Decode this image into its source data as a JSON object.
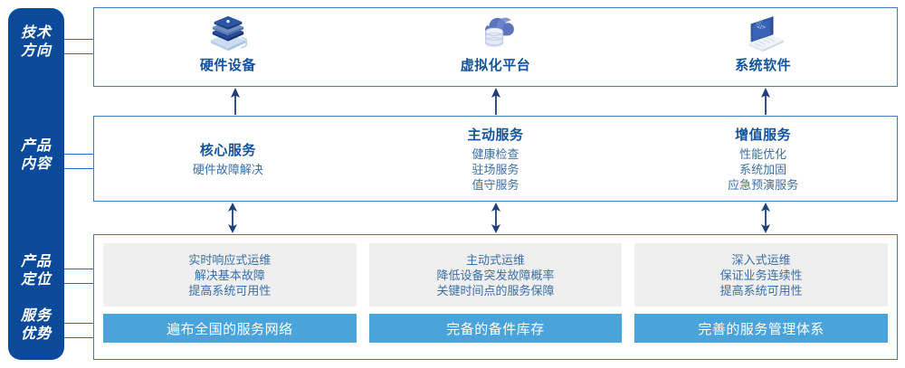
{
  "rail": {
    "labels": [
      {
        "id": "tech-direction",
        "text": "技术\n方向"
      },
      {
        "id": "product-content",
        "text": "产品\n内容"
      },
      {
        "id": "product-position",
        "text": "产品\n定位"
      },
      {
        "id": "service-advantage",
        "text": "服务\n优势"
      }
    ]
  },
  "colors": {
    "rail_bg": "#0b4a9b",
    "box_border": "#3a7cc4",
    "heading_blue": "#12539f",
    "body_blue": "#3b6ea8",
    "panel_gray": "#efefef",
    "advantage_blue": "#4ba3dc",
    "arrow_navy": "#1f3f7a"
  },
  "technology": {
    "items": [
      {
        "icon": "server-stack-icon",
        "label": "硬件设备"
      },
      {
        "icon": "cloud-database-icon",
        "label": "虚拟化平台"
      },
      {
        "icon": "laptop-code-icon",
        "label": "系统软件"
      }
    ]
  },
  "content": {
    "items": [
      {
        "title": "核心服务",
        "lines": [
          "硬件故障解决"
        ]
      },
      {
        "title": "主动服务",
        "lines": [
          "健康检查",
          "驻场服务",
          "值守服务"
        ]
      },
      {
        "title": "增值服务",
        "lines": [
          "性能优化",
          "系统加固",
          "应急预演服务"
        ]
      }
    ]
  },
  "bottom": {
    "items": [
      {
        "position_lines": [
          "实时响应式运维",
          "解决基本故障",
          "提高系统可用性"
        ],
        "advantage": "遍布全国的服务网络"
      },
      {
        "position_lines": [
          "主动式运维",
          "降低设备突发故障概率",
          "关键时间点的服务保障"
        ],
        "advantage": "完备的备件库存"
      },
      {
        "position_lines": [
          "深入式运维",
          "保证业务连续性",
          "提高系统可用性"
        ],
        "advantage": "完善的服务管理体系"
      }
    ]
  },
  "arrows": {
    "upper": [
      {
        "name": "arrow-up-hardware",
        "direction": "up"
      },
      {
        "name": "arrow-up-virtualization",
        "direction": "up"
      },
      {
        "name": "arrow-up-system-software",
        "direction": "up"
      }
    ],
    "lower": [
      {
        "name": "arrow-updown-core",
        "direction": "up-down"
      },
      {
        "name": "arrow-updown-proactive",
        "direction": "up-down"
      },
      {
        "name": "arrow-updown-value",
        "direction": "up-down"
      }
    ]
  }
}
